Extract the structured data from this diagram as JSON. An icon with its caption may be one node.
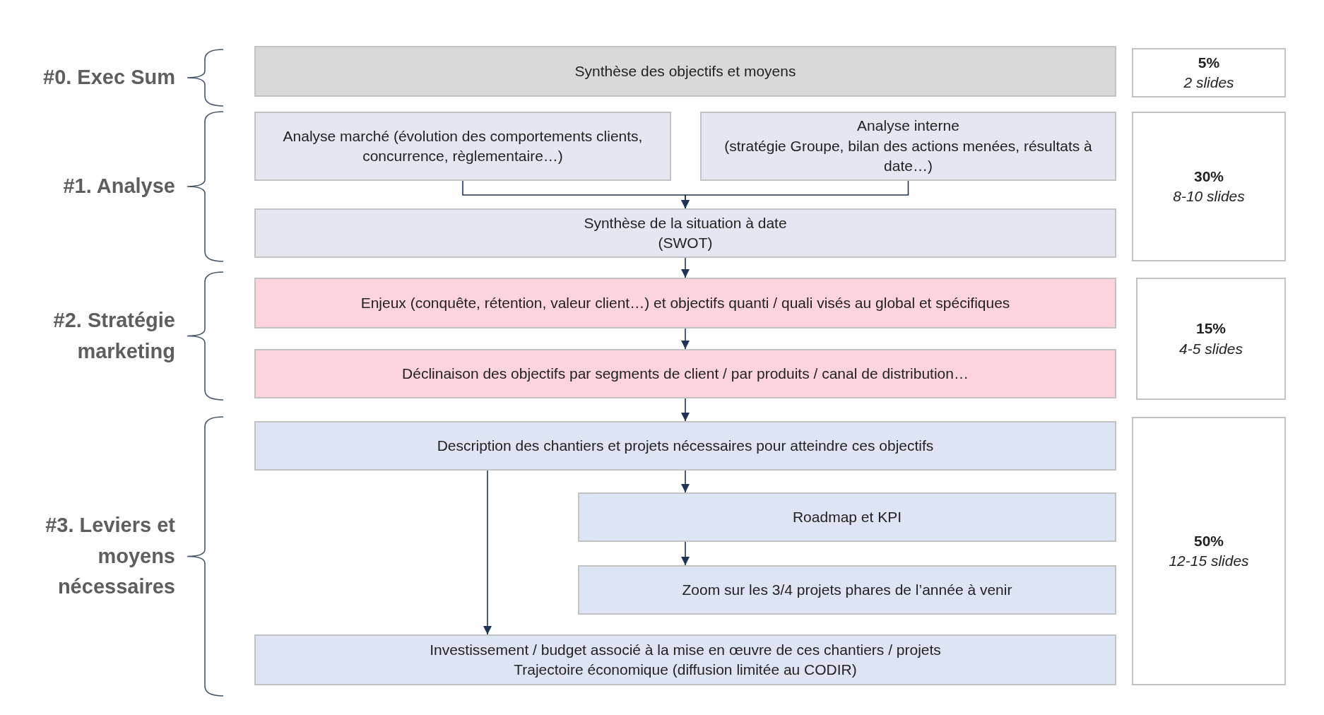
{
  "diagram": {
    "nodes": [
      {
        "text": [
          "Synthèse des objectifs et moyens"
        ]
      },
      {
        "text": [
          "5%",
          "2 slides"
        ]
      },
      {
        "text": [
          "Analyse marché (évolution des comportements clients, concurrence, règlementaire…)"
        ]
      },
      {
        "text": [
          "Analyse interne",
          "(stratégie Groupe, bilan des actions menées, résultats à date…)"
        ]
      },
      {
        "text": [
          "Synthèse de la situation à date",
          "(SWOT)"
        ]
      },
      {
        "text": [
          "30%",
          "8-10 slides"
        ]
      },
      {
        "text": [
          "Enjeux (conquête, rétention, valeur client…) et objectifs quanti / quali visés au global et spécifiques"
        ]
      },
      {
        "text": [
          "15%",
          "4-5 slides"
        ]
      },
      {
        "text": [
          "Déclinaison des objectifs par segments de client / par produits / canal de distribution…"
        ]
      },
      {
        "text": [
          "Description des chantiers et projets nécessaires pour atteindre ces objectifs"
        ]
      },
      {
        "text": [
          "50%",
          "12-15 slides"
        ]
      },
      {
        "text": [
          "Roadmap et KPI"
        ]
      },
      {
        "text": [
          "Zoom sur les 3/4 projets phares de l’année à venir"
        ]
      },
      {
        "text": [
          "Investissement / budget associé à la mise en œuvre de ces chantiers / projets",
          "Trajectoire économique (diffusion limitée au CODIR)"
        ]
      }
    ],
    "edges": [
      {
        "from": 2,
        "to": 4,
        "arrow": "to"
      },
      {
        "from": 3,
        "to": 4,
        "arrow": "to"
      },
      {
        "from": 4,
        "to": 6,
        "arrow": "to"
      },
      {
        "from": 6,
        "to": 8,
        "arrow": "to"
      },
      {
        "from": 8,
        "to": 9,
        "arrow": "to"
      },
      {
        "from": 9,
        "to": 11,
        "arrow": "to"
      },
      {
        "from": 11,
        "to": 12,
        "arrow": "to"
      },
      {
        "from": 9,
        "to": 13,
        "arrow": "to"
      }
    ],
    "labels": [
      "#0. Exec Sum",
      "#1. Analyse",
      "#2. Stratégie marketing",
      "#3. Leviers et moyens nécessaires"
    ]
  }
}
